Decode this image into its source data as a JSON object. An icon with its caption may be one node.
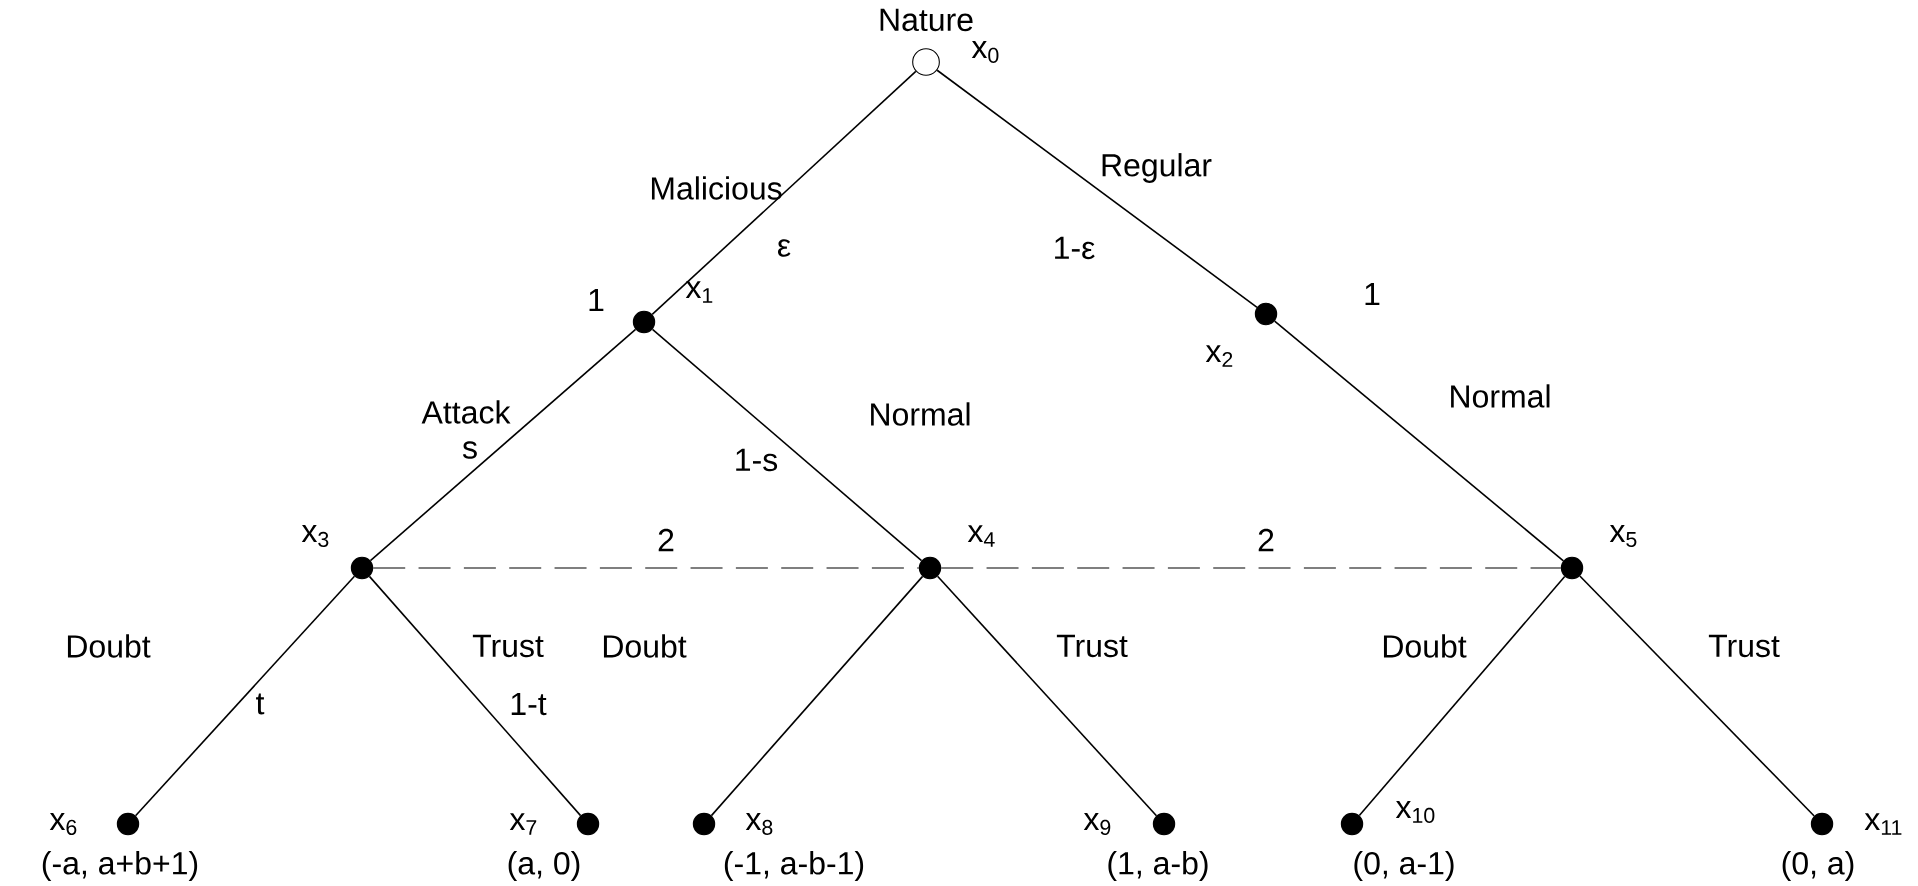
{
  "diagram": {
    "nodes": [
      {
        "text": [],
        "shape": "circle",
        "beside": [
          "Nature",
          "x$_{0}$"
        ]
      },
      {
        "text": [],
        "shape": "dot",
        "beside": [
          "1",
          "x$_{1}$"
        ]
      },
      {
        "text": [],
        "shape": "dot",
        "beside": [
          "x$_{2}$",
          "1"
        ]
      },
      {
        "text": [],
        "shape": "dot",
        "beside": [
          "x$_{3}$"
        ]
      },
      {
        "text": [],
        "shape": "dot",
        "beside": [
          "x$_{4}$"
        ]
      },
      {
        "text": [],
        "shape": "dot",
        "beside": [
          "x$_{5}$"
        ]
      },
      {
        "text": [],
        "shape": "dot",
        "beside": [
          "x$_{6}$",
          "(-a, a+b+1)"
        ]
      },
      {
        "text": [],
        "shape": "dot",
        "beside": [
          "x$_{7}$",
          "(a, 0)"
        ]
      },
      {
        "text": [],
        "shape": "dot",
        "beside": [
          "x$_{8}$",
          "(-1, a-b-1)"
        ]
      },
      {
        "text": [],
        "shape": "dot",
        "beside": [
          "x$_{9}$",
          "(1, a-b)"
        ]
      },
      {
        "text": [],
        "shape": "dot",
        "beside": [
          "x$_{10}$",
          "(0, a-1)"
        ]
      },
      {
        "text": [],
        "shape": "dot",
        "beside": [
          "x$_{11}$",
          "(0, a)"
        ]
      }
    ],
    "edges": [
      {
        "from": 0,
        "to": 1,
        "arrow": "none",
        "label": "Malicious"
      },
      {
        "from": 0,
        "to": 2,
        "arrow": "none",
        "label": "Regular"
      },
      {
        "from": 1,
        "to": 3,
        "arrow": "none",
        "label": "Attack"
      },
      {
        "from": 1,
        "to": 4,
        "arrow": "none",
        "label": "Normal"
      },
      {
        "from": 2,
        "to": 5,
        "arrow": "none",
        "label": "Normal"
      },
      {
        "from": 3,
        "to": 6,
        "arrow": "none",
        "label": "Doubt"
      },
      {
        "from": 3,
        "to": 7,
        "arrow": "none",
        "label": "Trust"
      },
      {
        "from": 4,
        "to": 8,
        "arrow": "none",
        "label": "Doubt"
      },
      {
        "from": 4,
        "to": 9,
        "arrow": "none",
        "label": "Trust"
      },
      {
        "from": 5,
        "to": 10,
        "arrow": "none",
        "label": "Doubt"
      },
      {
        "from": 5,
        "to": 11,
        "arrow": "none",
        "label": "Trust"
      },
      {
        "from": 3,
        "to": 4,
        "arrow": "none",
        "label": "2",
        "style": "dashed"
      },
      {
        "from": 4,
        "to": 5,
        "arrow": "none",
        "label": "2",
        "style": "dashed"
      }
    ],
    "labels": [
      "ε",
      "1-ε",
      "s",
      "1-s",
      "t",
      "1-t"
    ]
  }
}
